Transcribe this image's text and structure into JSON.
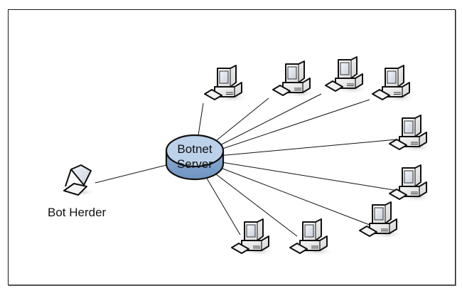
{
  "diagram": {
    "type": "network-topology",
    "server": {
      "label_line1": "Botnet",
      "label_line2": "Server",
      "fill": "#b9cfe8",
      "stroke": "#1a1a1a"
    },
    "herder": {
      "label": "Bot Herder",
      "icon": "laptop-icon"
    },
    "bots": [
      {
        "id": "bot-1",
        "icon": "desktop-computer-icon"
      },
      {
        "id": "bot-2",
        "icon": "desktop-computer-icon"
      },
      {
        "id": "bot-3",
        "icon": "desktop-computer-icon"
      },
      {
        "id": "bot-4",
        "icon": "desktop-computer-icon"
      },
      {
        "id": "bot-5",
        "icon": "desktop-computer-icon"
      },
      {
        "id": "bot-6",
        "icon": "desktop-computer-icon"
      },
      {
        "id": "bot-7",
        "icon": "desktop-computer-icon"
      },
      {
        "id": "bot-8",
        "icon": "desktop-computer-icon"
      },
      {
        "id": "bot-9",
        "icon": "desktop-computer-icon"
      }
    ],
    "edges": [
      [
        "herder",
        "server"
      ],
      [
        "server",
        "bot-1"
      ],
      [
        "server",
        "bot-2"
      ],
      [
        "server",
        "bot-3"
      ],
      [
        "server",
        "bot-4"
      ],
      [
        "server",
        "bot-5"
      ],
      [
        "server",
        "bot-6"
      ],
      [
        "server",
        "bot-7"
      ],
      [
        "server",
        "bot-8"
      ],
      [
        "server",
        "bot-9"
      ]
    ]
  }
}
